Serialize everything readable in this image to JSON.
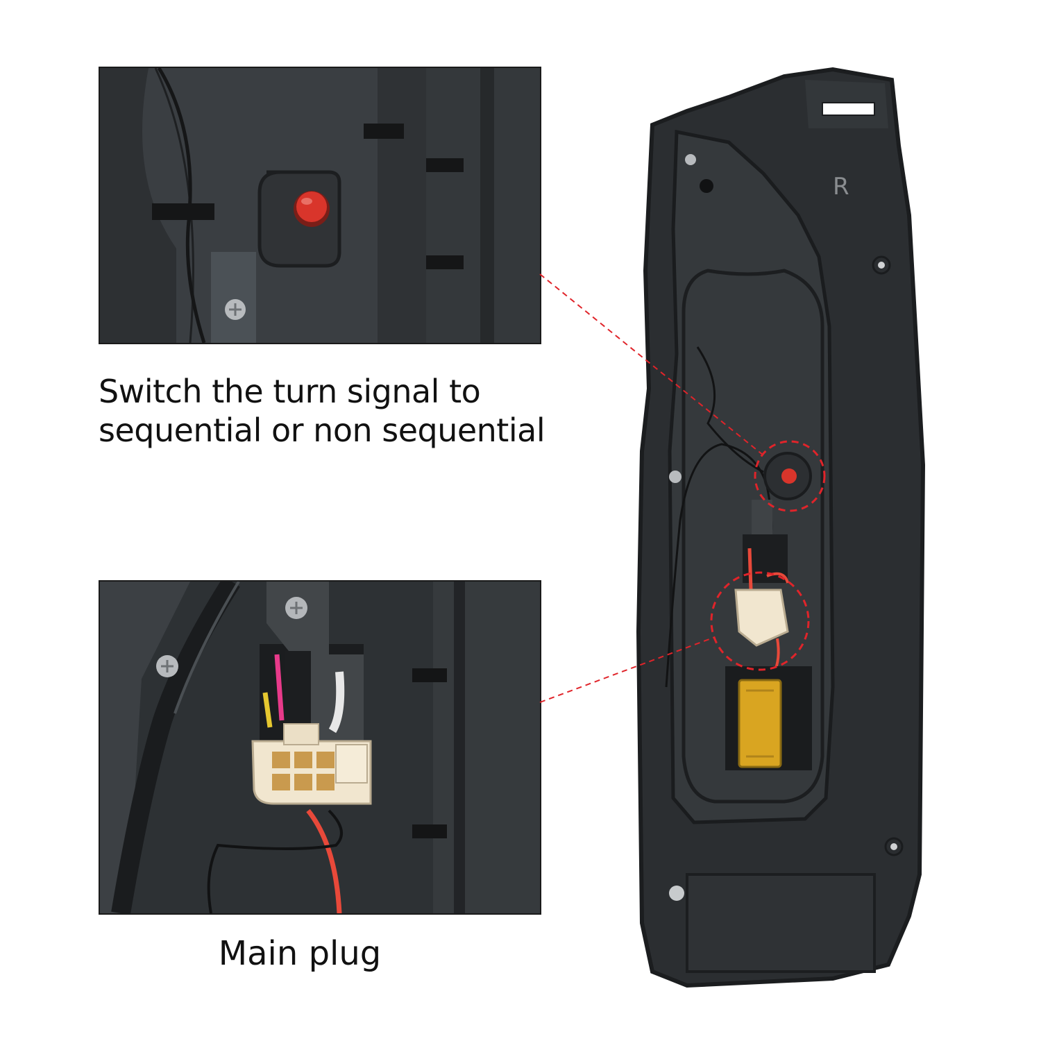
{
  "captions": {
    "switch_line1": "Switch the turn signal to",
    "switch_line2": "sequential or non sequential",
    "main_plug": "Main plug"
  },
  "housing_markings": {
    "side_letter": "R"
  },
  "colors": {
    "housing": "#2b2e31",
    "housing_edge": "#1b1d1f",
    "switch_button": "#d9352b",
    "connector": "#f1e6cf",
    "resistor": "#d9a521",
    "callout_line": "#e0242a",
    "wire_red": "#e8493a",
    "wire_pink": "#e83a8a",
    "wire_yellow": "#e6c830"
  },
  "icons": {
    "switch": "red-push-button-icon",
    "plug": "six-pin-connector-icon"
  }
}
